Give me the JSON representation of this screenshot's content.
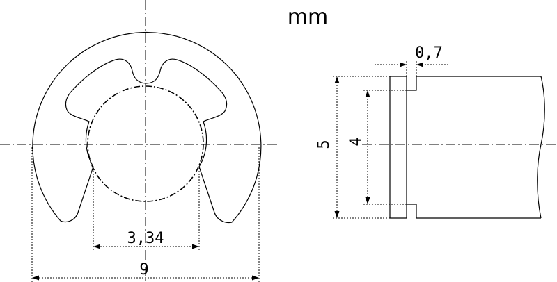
{
  "units": "mm",
  "dimensions": {
    "outer_diameter": "9",
    "opening_width": "3,34",
    "thickness": "0,7",
    "height_outer": "5",
    "height_inner": "4"
  }
}
